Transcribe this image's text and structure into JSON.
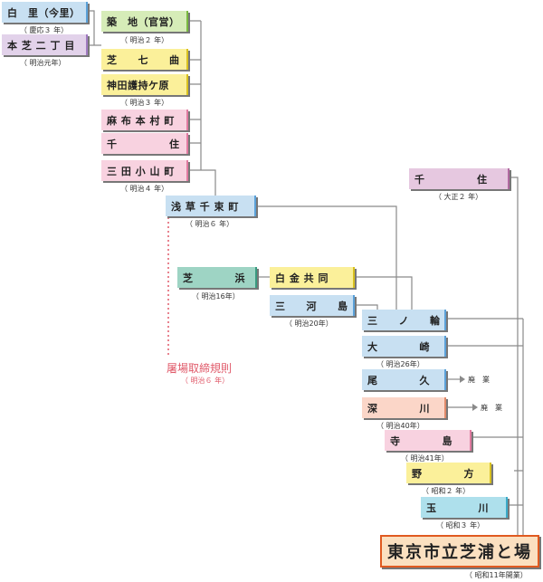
{
  "nodes": {
    "shirosato": {
      "label": "白　里（今里）",
      "sub": "（ 慶応３ 年）"
    },
    "shiba_nichome": {
      "label": "本 芝 二 丁 目",
      "sub": "（ 明治元年）"
    },
    "tsukiji": {
      "label": "築　地（官営）",
      "sub": "（ 明治２ 年）"
    },
    "shiba_nanamagari": {
      "label": "芝　　七　　曲"
    },
    "kanda": {
      "label": "神田護持ケ原",
      "sub": "（ 明治３ 年）"
    },
    "azabu": {
      "label": "麻 布 本 村 町"
    },
    "senju_early": {
      "label": "千　　　　　住"
    },
    "mita": {
      "label": "三 田 小 山 町",
      "sub": "（ 明治４ 年）"
    },
    "asakusa": {
      "label": "浅 草 千 束 町",
      "sub": "（ 明治６ 年）"
    },
    "shibahama": {
      "label": "芝　　　　浜",
      "sub": "（ 明治16年）"
    },
    "shirokane": {
      "label": "白 金 共 同"
    },
    "mikawashima": {
      "label": "三　　河　　島",
      "sub": "（ 明治20年）"
    },
    "minowa": {
      "label": "三　　ノ　　輪"
    },
    "osaki": {
      "label": "大　　　　崎",
      "sub": "（ 明治26年）"
    },
    "oku": {
      "label": "尾　　　　久"
    },
    "fukagawa": {
      "label": "深　　　　川",
      "sub": "（ 明治40年）"
    },
    "terajima": {
      "label": "寺　　　　島",
      "sub": "（ 明治41年）"
    },
    "nokata": {
      "label": "野　　　　方",
      "sub": "（ 昭和２ 年）"
    },
    "tamagawa": {
      "label": "玉　　　　川",
      "sub": "（ 昭和３ 年）"
    },
    "senju_late": {
      "label": "千　　　　　住",
      "sub": "（ 大正２ 年）"
    },
    "shibaura": {
      "label": "東京市立芝浦と場",
      "sub": "（ 昭和11年開業）"
    }
  },
  "endings": {
    "oku": "廃　業",
    "fukagawa": "廃　業"
  },
  "rule": {
    "label": "屠場取締規則",
    "sub": "（ 明治６ 年）"
  },
  "colors": {
    "connector": "#888888",
    "rule_line": "#e05a6a",
    "final_border": "#e05a20"
  }
}
